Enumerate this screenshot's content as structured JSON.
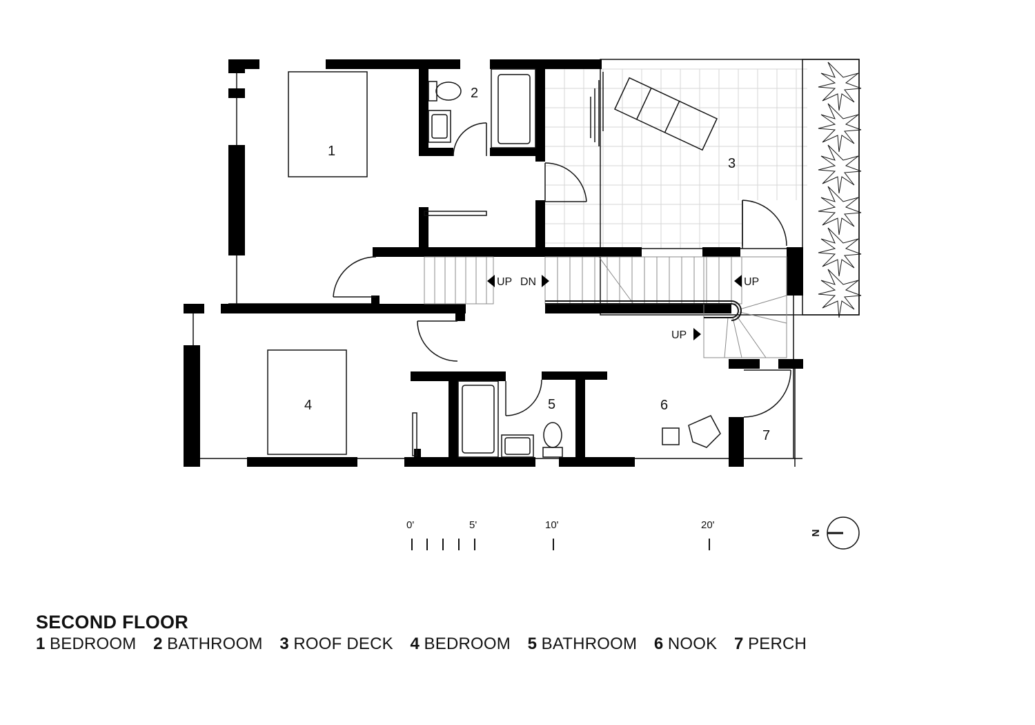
{
  "plan": {
    "title": "SECOND FLOOR",
    "rooms": [
      {
        "num": "1",
        "name": "BEDROOM"
      },
      {
        "num": "2",
        "name": "BATHROOM"
      },
      {
        "num": "3",
        "name": "ROOF DECK"
      },
      {
        "num": "4",
        "name": "BEDROOM"
      },
      {
        "num": "5",
        "name": "BATHROOM"
      },
      {
        "num": "6",
        "name": "NOOK"
      },
      {
        "num": "7",
        "name": "PERCH"
      }
    ],
    "stair_labels": {
      "up": "UP",
      "down": "DN"
    },
    "scale_bar": {
      "labels": [
        "0'",
        "5'",
        "10'",
        "20'"
      ]
    },
    "north_arrow": {
      "letter": "N"
    }
  }
}
